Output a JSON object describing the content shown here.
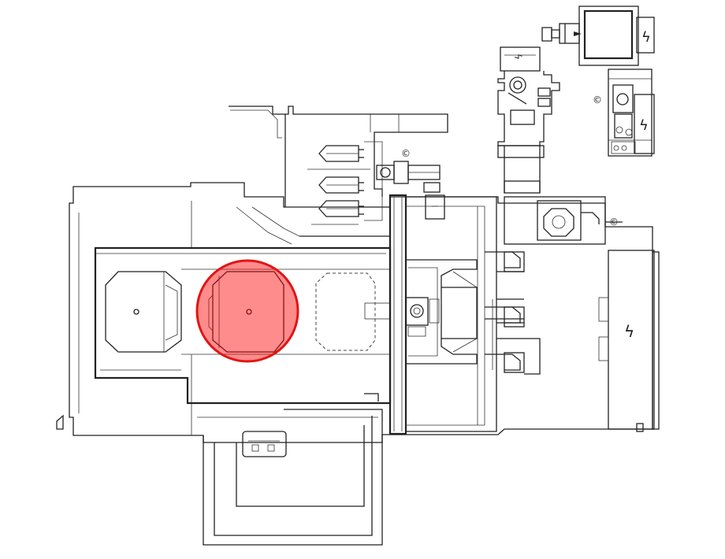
{
  "symbols": {
    "bolt": "ϟ",
    "copyright": "©"
  },
  "highlight": {
    "fill": "#ff0000",
    "fill_opacity": 0.45,
    "stroke": "#e31414"
  },
  "icons": [
    "lightning-bolt-icon",
    "copyright-mark-icon",
    "highlight-circle-marker"
  ]
}
